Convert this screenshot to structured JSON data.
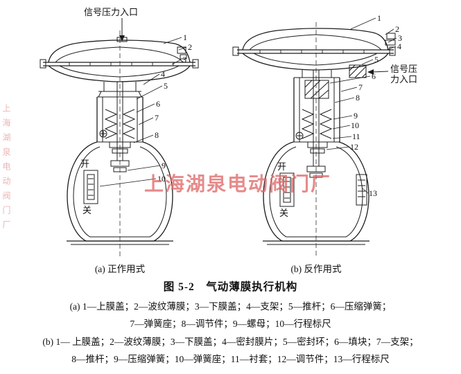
{
  "watermark": {
    "main": "上海湖泉电动阀门厂",
    "side": "上海湖泉电动阀门厂"
  },
  "figure_a": {
    "inlet_label": "信号压力入口",
    "open_label": "开",
    "close_label": "关",
    "caption": "(a) 正作用式",
    "callouts": [
      "1",
      "2",
      "3",
      "4",
      "5",
      "6",
      "7",
      "8",
      "9",
      "10"
    ]
  },
  "figure_b": {
    "inlet_label_line1": "信号压",
    "inlet_label_line2": "力入口",
    "open_label": "开",
    "close_label": "关",
    "caption": "(b) 反作用式",
    "callouts": [
      "1",
      "2",
      "3",
      "4",
      "5",
      "6",
      "7",
      "8",
      "9",
      "10",
      "11",
      "12",
      "13"
    ]
  },
  "title": "图 5-2　气动薄膜执行机构",
  "legend": {
    "line1": "(a) 1—上膜盖；2—波纹薄膜；3—下膜盖；4—支架；5—推杆；6—压缩弹簧；",
    "line2": "7—弹簧座；8—调节件；9—螺母；10—行程标尺",
    "line3": "(b) 1— 上膜盖；2—波纹薄膜；3—下膜盖；4—密封膜片；5—密封环；6—填块；7—支架；",
    "line4": "8—推杆；9—压缩弹簧；10—弹簧座；11—衬套；12—调节件；13—行程标尺"
  }
}
